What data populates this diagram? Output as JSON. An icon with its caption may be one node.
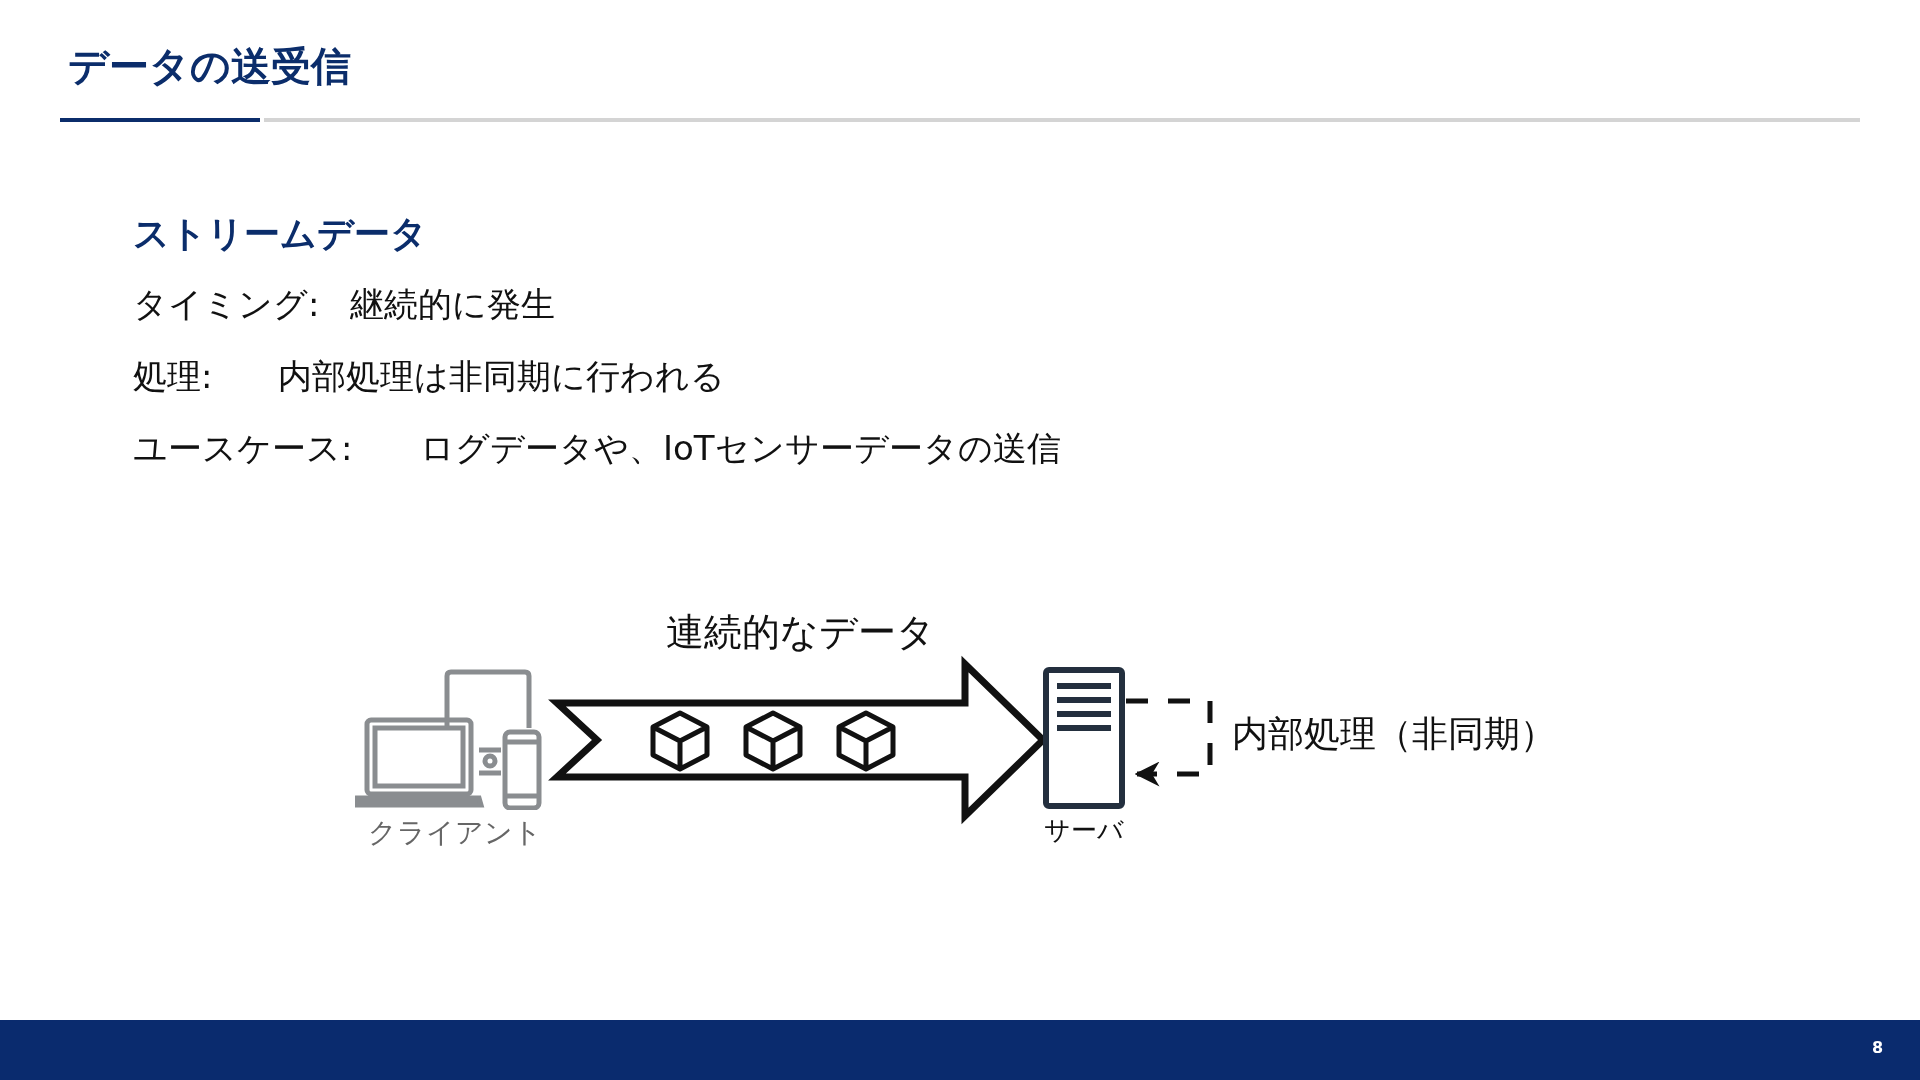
{
  "diagram": {
    "title": "データの送受信",
    "nodes": [
      {
        "text": [
          "クライアント"
        ]
      },
      {
        "text": [
          "サーバ"
        ]
      }
    ],
    "edges": [
      {
        "from": 0,
        "to": 1,
        "arrow": "to",
        "label": "連続的なデータ",
        "style": "thick"
      },
      {
        "from": 1,
        "to": 1,
        "arrow": "to",
        "label": "内部処理（非同期）",
        "style": "dashed"
      }
    ],
    "labels": [
      "ストリームデータ",
      "タイミング:",
      "継続的に発生",
      "処理:",
      "内部処理は非同期に行われる",
      "ユースケース:",
      "ログデータや、IoTセンサーデータの送信",
      "8"
    ]
  }
}
